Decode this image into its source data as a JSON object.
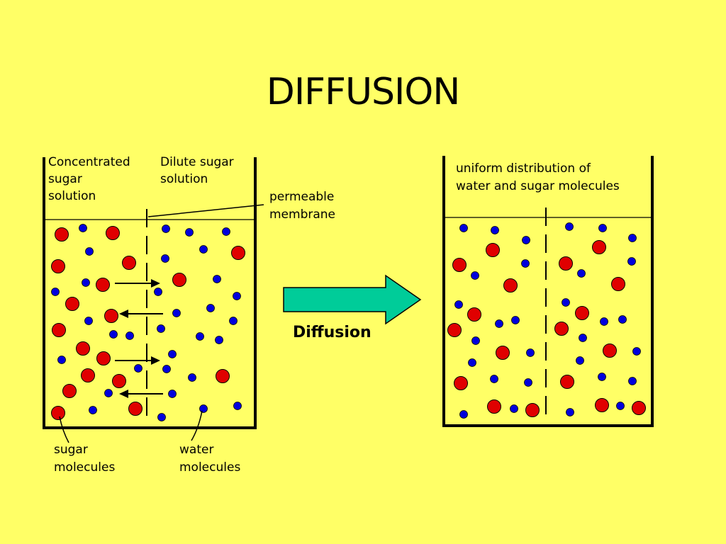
{
  "title": "DIFFUSION",
  "left_beaker": {
    "label_concentrated": [
      "Concentrated",
      "sugar",
      "solution"
    ],
    "label_dilute": [
      "Dilute sugar",
      "solution"
    ],
    "label_membrane": [
      "permeable",
      "membrane"
    ],
    "label_sugar": [
      "sugar",
      "molecules"
    ],
    "label_water": [
      "water",
      "molecules"
    ]
  },
  "process_label": "Diffusion",
  "right_beaker": {
    "label_uniform": [
      "uniform distribution of",
      "water and sugar molecules"
    ]
  },
  "colors": {
    "background": "#ffff66",
    "sugar_molecule": "#e00000",
    "water_molecule": "#0000dd",
    "arrow_fill": "#00cc99"
  }
}
